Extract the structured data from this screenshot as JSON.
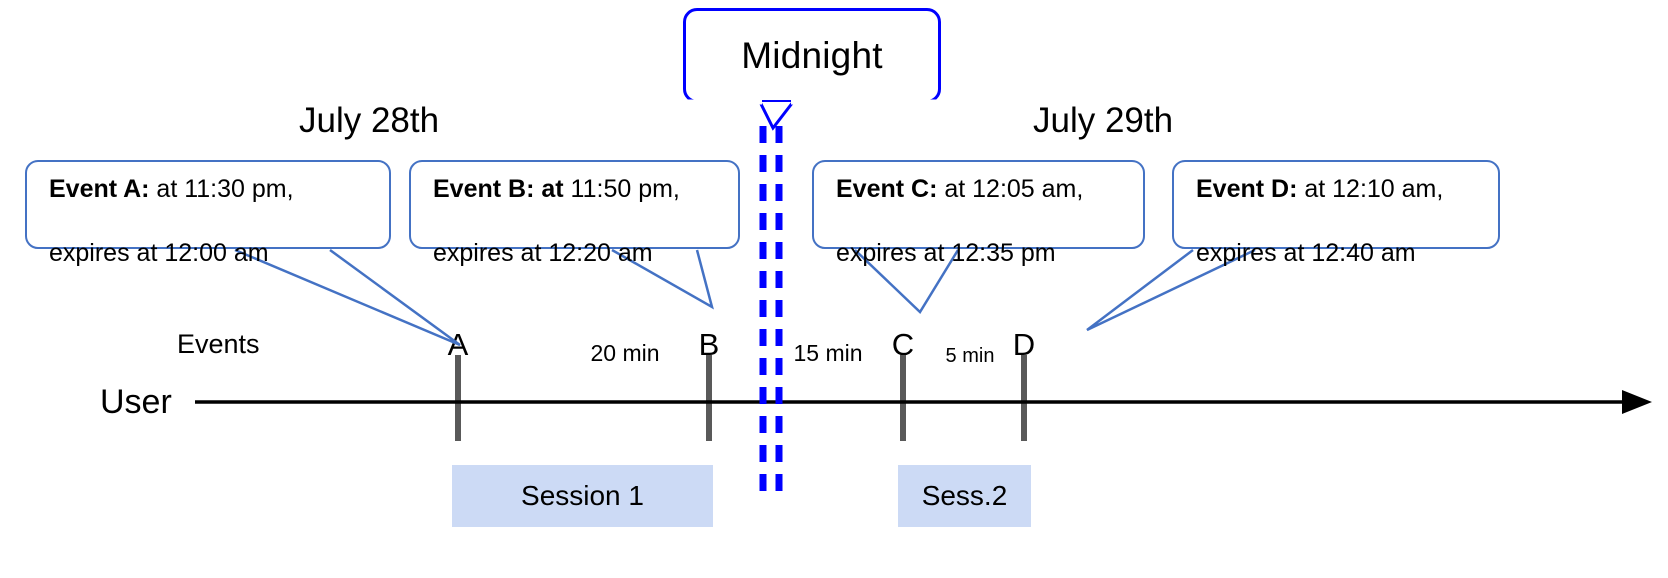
{
  "diagram": {
    "title_callout": {
      "label": "Midnight",
      "border_color": "#0000ff"
    },
    "days": [
      {
        "label": "July 28th"
      },
      {
        "label": "July 29th"
      }
    ],
    "axis": {
      "row_label_top": "Events",
      "row_label_bottom": "User",
      "line_color": "#000000"
    },
    "events": [
      {
        "id": "A",
        "tick_label": "A",
        "line1_bold": "Event A:",
        "line1_rest": " at 11:30 pm,",
        "line2": "expires at 12:00 am",
        "at_time": "11:30 pm",
        "expires_time": "12:00 am"
      },
      {
        "id": "B",
        "tick_label": "B",
        "line1_bold": "Event B: at",
        "line1_rest": " 11:50 pm,",
        "line2": "expires at 12:20 am",
        "at_time": "11:50 pm",
        "expires_time": "12:20 am"
      },
      {
        "id": "C",
        "tick_label": "C",
        "line1_bold": "Event C:",
        "line1_rest": " at 12:05 am,",
        "line2": "expires at 12:35 pm",
        "at_time": "12:05 am",
        "expires_time": "12:35 pm"
      },
      {
        "id": "D",
        "tick_label": "D",
        "line1_bold": "Event D:",
        "line1_rest": "  at 12:10 am,",
        "line2": "expires at 12:40 am",
        "at_time": "12:10 am",
        "expires_time": "12:40 am"
      }
    ],
    "intervals": [
      {
        "label": "20 min",
        "from": "A",
        "to": "B"
      },
      {
        "label": "15 min",
        "from": "B",
        "to": "C"
      },
      {
        "label": "5 min",
        "from": "C",
        "to": "D"
      }
    ],
    "sessions": [
      {
        "label": "Session 1",
        "color": "#ccdaf5"
      },
      {
        "label": "Sess.2",
        "color": "#ccdaf5"
      }
    ],
    "colors": {
      "callout_border": "#4472c4",
      "midnight_border": "#0000ff",
      "midnight_dash": "#0000ff",
      "tick": "#595959",
      "session_fill": "#ccdaf5",
      "axis": "#000000"
    }
  }
}
